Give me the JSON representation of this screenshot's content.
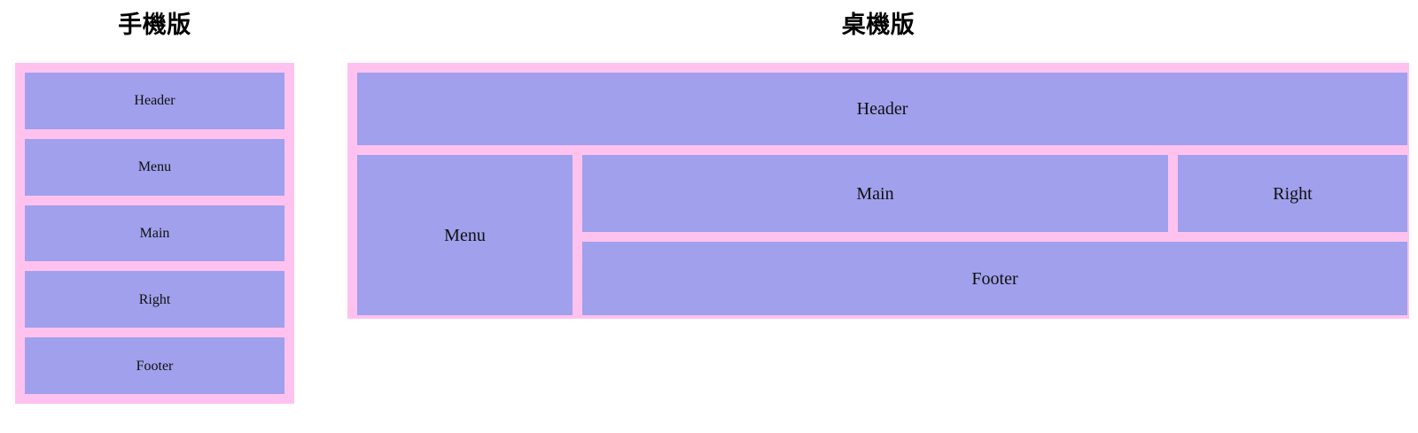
{
  "colors": {
    "page_background": "#ffffff",
    "wrapper_pink": "#ffc2ef",
    "block_purple": "#a0a0ec",
    "text": "#101010",
    "heading_text": "#000000"
  },
  "mobile": {
    "title": "手機版",
    "blocks": [
      {
        "label": "Header"
      },
      {
        "label": "Menu"
      },
      {
        "label": "Main"
      },
      {
        "label": "Right"
      },
      {
        "label": "Footer"
      }
    ]
  },
  "desktop": {
    "title": "桌機版",
    "blocks": [
      {
        "label": "Header"
      },
      {
        "label": "Menu"
      },
      {
        "label": "Main"
      },
      {
        "label": "Right"
      },
      {
        "label": "Footer"
      }
    ]
  }
}
